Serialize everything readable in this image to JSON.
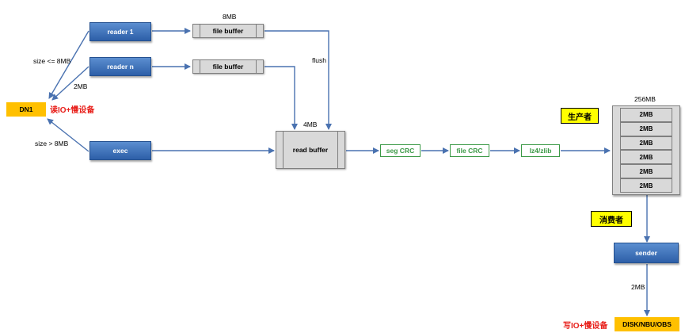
{
  "nodes": {
    "reader1": "reader 1",
    "readern": "reader n",
    "exec": "exec",
    "file_buffer_1": "file buffer",
    "file_buffer_2": "file buffer",
    "read_buffer": "read buffer",
    "seg_crc": "seg CRC",
    "file_crc": "file CRC",
    "lz4": "lz4/zlib",
    "sender": "sender",
    "dn1": "DN1",
    "disk": "DISK/NBU/OBS"
  },
  "labels": {
    "size_le_8mb": "size <= 8MB",
    "two_mb_left": "2MB",
    "size_gt_8mb": "size > 8MB",
    "eight_mb": "8MB",
    "flush": "flush",
    "four_mb": "4MB",
    "two_five_six_mb": "256MB",
    "two_mb_sender": "2MB",
    "read_io": "读IO+慢设备",
    "write_io": "写IO+慢设备",
    "producer": "生产者",
    "consumer": "消费者"
  },
  "stack_cells": [
    "2MB",
    "2MB",
    "2MB",
    "2MB",
    "2MB",
    "2MB"
  ],
  "colors": {
    "blue_box": "#2d5fa8",
    "buffer_gray": "#d9d9d9",
    "green_stage": "#3c9a47",
    "orange_device": "#ffc000",
    "yellow_tag": "#ffff00",
    "red_text": "#e8201b",
    "arrow_blue": "#4a72b0"
  }
}
